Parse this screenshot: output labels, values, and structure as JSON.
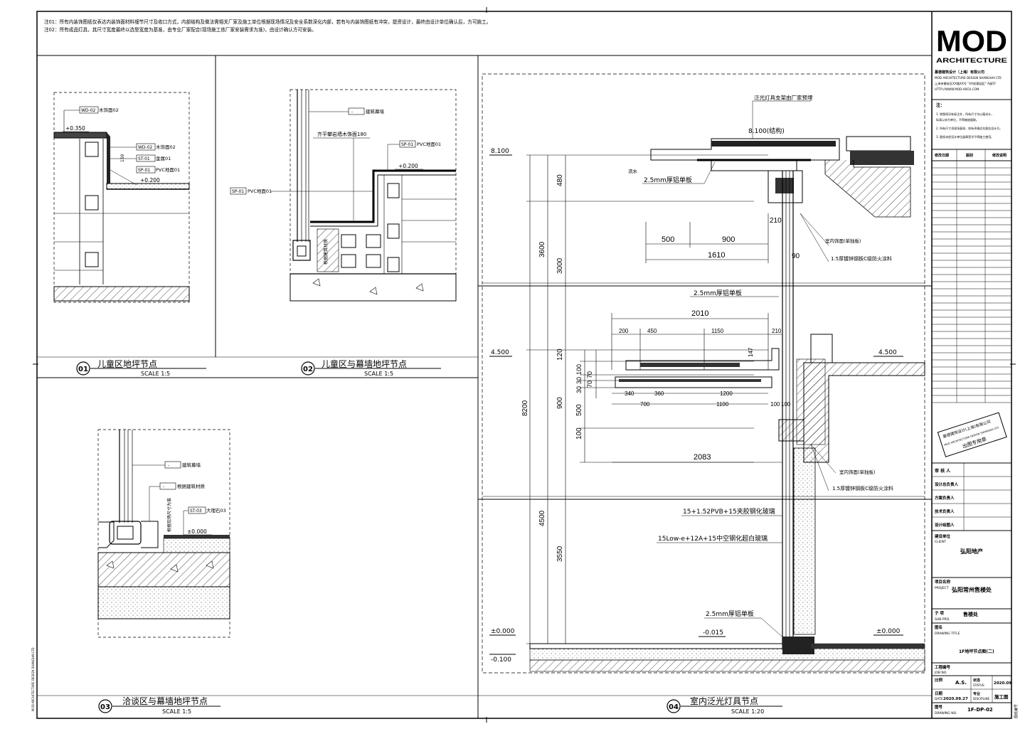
{
  "notes": {
    "note1": "注01：所有内装饰图纸仅表达内装饰面材料细节尺寸及收口方式，内部结构及做法需相关厂家及施工单位根据现场情况及安全系数深化内部，若有与内装饰图纸有冲突，提资设计，最终由设计单位确认后，方可施工。",
    "note2": "注02：所有成品灯具，其尺寸宽度最终以选型宽度为基准，由专业厂家配合(现场施工依厂家安装需求为准)，由设计确认方可安装。"
  },
  "details": [
    {
      "num": "01",
      "title": "儿童区地坪节点",
      "scale": "SCALE 1:5"
    },
    {
      "num": "02",
      "title": "儿童区与幕墙地坪节点",
      "scale": "SCALE 1:5"
    },
    {
      "num": "03",
      "title": "洽谈区与幕墙地坪节点",
      "scale": "SCALE 1:5"
    },
    {
      "num": "04",
      "title": "室内泛光灯具节点",
      "scale": "SCALE 1:20"
    }
  ],
  "d1": {
    "wd02_top": "WD-02",
    "wd02_top_name": "木饰面02",
    "level": "+0.350",
    "wd02": "WD-02",
    "wd02_name": "木饰面02",
    "st01": "ST-01",
    "st01_name": "金属01",
    "sp01": "SP-01",
    "sp01_name": "PVC地面01",
    "level2": "+0.200",
    "dim": "150"
  },
  "d2": {
    "curtain": "建筑幕墙",
    "flush": "齐平攀岩墙木饰面180",
    "sp01": "SP-01",
    "sp01_name": "PVC地面01",
    "level": "+0.200",
    "sp01b": "SP-01",
    "sp01b_name": "PVC地面01",
    "vert": "根据建筑材质"
  },
  "d3": {
    "curtain": "建筑幕墙",
    "material": "根据建筑材质",
    "st03": "ST-03",
    "st03_name": "大理石03",
    "level": "±0.000",
    "vert": "根据现场尺寸为准"
  },
  "d4": {
    "top_note": "泛光灯具支架由厂家预埋",
    "level_8100": "8.100",
    "level_8100b": "8.100(结构)",
    "steel_top": "2.5mm厚铝单板",
    "steel_mid": "2.5mm厚铝单板",
    "steel_bottom": "2.5mm厚铝单板",
    "label_side": "流水",
    "dims_left": [
      "480",
      "3000",
      "3600",
      "8200",
      "120",
      "100",
      "30",
      "30",
      "70",
      "70",
      "900",
      "500",
      "100",
      "4500",
      "3550"
    ],
    "dim_500": "500",
    "dim_900": "900",
    "dim_1610": "1610",
    "dim_210": "210",
    "dim_90": "90",
    "dim_2010": "2010",
    "dim_200": "200",
    "dim_450": "450",
    "dim_1150": "1150",
    "dim_210b": "210",
    "dim_340": "340",
    "dim_360": "360",
    "dim_1200": "1200",
    "dim_700": "700",
    "dim_1100": "1100",
    "dim_100a": "100",
    "dim_100b": "100",
    "dim_2083": "2083",
    "dim_147": "147",
    "level_4500": "4.500",
    "level_4500r": "4.500",
    "glass1": "15+1.52PVB+15夹胶钢化玻璃",
    "glass2": "15Low-e+12A+15中空钢化超白玻璃",
    "fire1": "室内饰面(单独板)",
    "fire2": "1.5厚镀锌钢板C级防火涂料",
    "fire3": "室内饰面(单独板)",
    "fire4": "1.5厚镀锌钢板C级防火涂料",
    "level_0": "±0.000",
    "level_0r": "±0.000",
    "level_015": "-0.015",
    "level_100": "-0.100"
  },
  "titleblock": {
    "logo_top": "MOD",
    "logo_bottom": "ARCHITECTURE",
    "company": "慕德建筑设计（上海）有限公司",
    "company_en": "MOD ARCHITECTURE DESIGN SHANGHAI LTD",
    "address": "上海市静安区XX路XX号 \"XX创意园区\" A座5F",
    "web": "HTTP://WWW.MOD-ARCH.COM",
    "notes_label": "注：",
    "notes_lines": [
      "1. 除图纸另有标注外，所有尺寸均以毫米计，",
      "   标高以米为单位，不得缩放量取。",
      "2. 所有尺寸须现场复核，如有矛盾应先报告设计方。",
      "3. 图纸未经设计单位盖章签字不得施工使用。"
    ],
    "rev_head": [
      "修改日期",
      "版别",
      "修改说明"
    ],
    "stamp_lines": [
      "慕德建筑设计(上海)有限公司",
      "MOD ARCHITECTURE DESIGN SHANGHAI LTD",
      "出图专用章"
    ],
    "roles": [
      "审 核 人",
      "设计总负责人",
      "方案负责人",
      "技术负责人",
      "设计绘图人"
    ],
    "client_label": "建设单位",
    "client_en": "CLIENT",
    "client": "弘阳地产",
    "project_label": "项目名称",
    "project_en": "PROJECT",
    "project": "弘阳常州售楼处",
    "sub_label": "子 项",
    "sub_en": "SUB-PRO.",
    "sub": "售楼处",
    "dtitle_label": "图名",
    "dtitle_en": "DRAWING TITLE",
    "dtitle": "1F地坪节点图(二)",
    "job_label": "工程编号",
    "job_en": "JOB NO.",
    "scale_label": "比例",
    "scale_val": "A.S.",
    "status_label": "状态",
    "status_en": "STATUS",
    "status_val": "2020.09",
    "date_label": "日期",
    "date_en": "DATE",
    "date_val": "2020.09.27",
    "disc_label": "专业",
    "disc_en": "DISCIPLINE",
    "disc_val": "施工图",
    "dwg_label": "图号",
    "dwg_en": "DRAWING NO.",
    "dwg_val": "1F-DP-02",
    "side_mark": "MOD ARCHITECTURE DESIGN SHANGHAI LTD",
    "side_mark2": "图纸编号"
  }
}
